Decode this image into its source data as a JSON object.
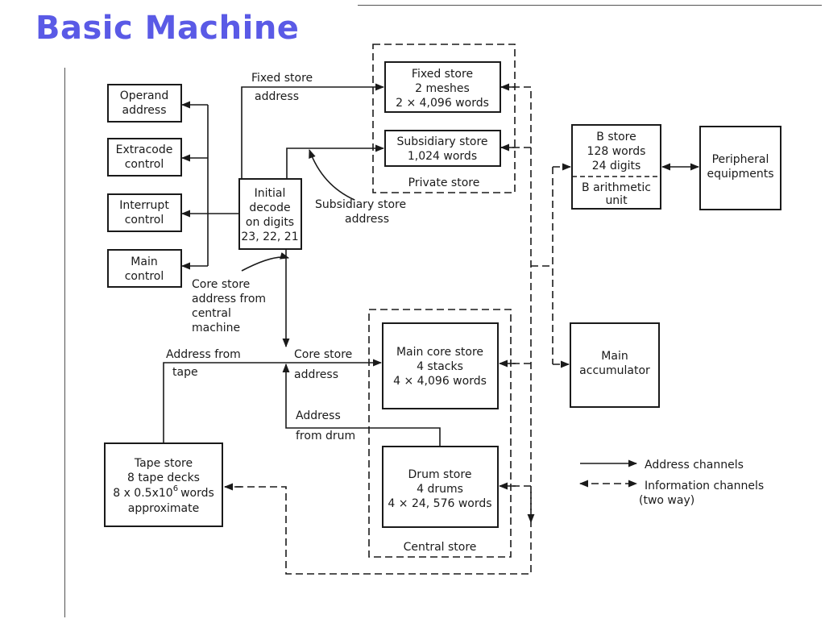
{
  "title": "Basic Machine",
  "blocks": {
    "operand": [
      "Operand",
      "address"
    ],
    "extracode": [
      "Extracode",
      "control"
    ],
    "interrupt": [
      "Interrupt",
      "control"
    ],
    "main_control": [
      "Main",
      "control"
    ],
    "initial_decode": [
      "Initial",
      "decode",
      "on digits",
      "23, 22, 21"
    ],
    "fixed_store": [
      "Fixed store",
      "2 meshes",
      "2 × 4,096 words"
    ],
    "subsidiary_store": [
      "Subsidiary store",
      "1,024 words"
    ],
    "b_store": [
      "B store",
      "128 words",
      "24 digits"
    ],
    "b_arith": [
      "B arithmetic",
      "unit"
    ],
    "peripheral": [
      "Peripheral",
      "equipments"
    ],
    "main_core": [
      "Main core store",
      "4 stacks",
      "4 × 4,096 words"
    ],
    "main_acc": [
      "Main",
      "accumulator"
    ],
    "drum": [
      "Drum store",
      "4 drums",
      "4 × 24, 576 words"
    ],
    "tape": [
      "Tape store",
      "8 tape decks",
      "8 x 0.5x10",
      "words",
      "6",
      "approximate"
    ]
  },
  "regions": {
    "private_store": "Private store",
    "central_store": "Central store"
  },
  "labels": {
    "fixed_store_address": [
      "Fixed store",
      "address"
    ],
    "subsidiary_store_address": [
      "Subsidiary store",
      "address"
    ],
    "core_store_from_central": [
      "Core store",
      "address from",
      "central",
      "machine"
    ],
    "address_from_tape": [
      "Address from",
      "tape"
    ],
    "core_store_address": [
      "Core store",
      "address"
    ],
    "address_from_drum": [
      "Address",
      "from drum"
    ]
  },
  "legend": {
    "address": "Address channels",
    "information": "Information channels",
    "two_way": "(two way)"
  }
}
